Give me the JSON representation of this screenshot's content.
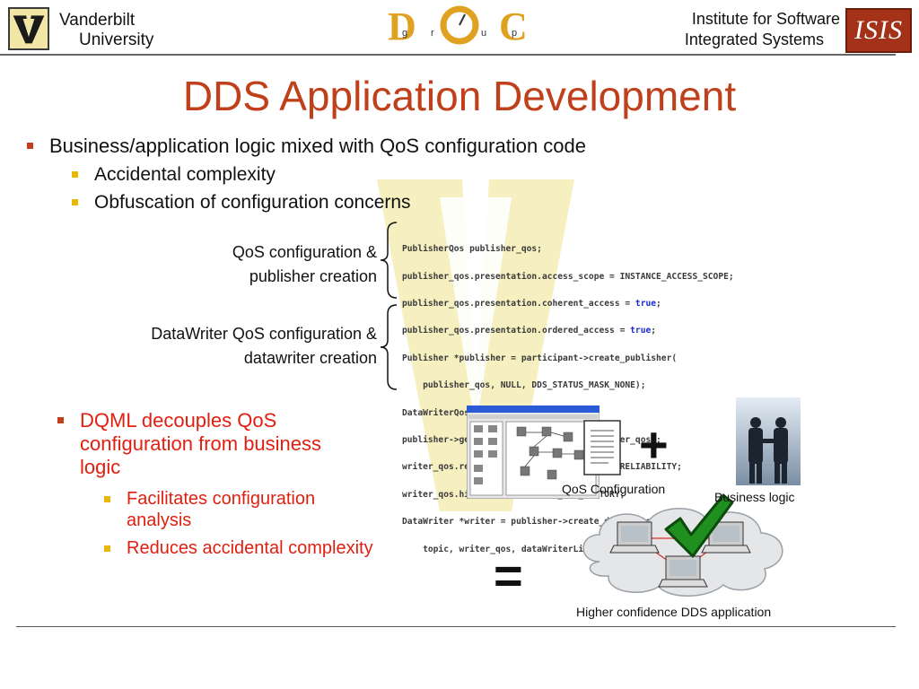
{
  "header": {
    "university_line1": "Vanderbilt",
    "university_line2": "University",
    "institute_line1": "Institute for Software",
    "institute_line2": "Integrated Systems",
    "isis_logo_text": "ISIS"
  },
  "title": "DDS Application Development",
  "bullets_top": {
    "main": "Business/application logic mixed with QoS configuration code",
    "sub": [
      "Accidental complexity",
      "Obfuscation of configuration concerns"
    ]
  },
  "code_labels": {
    "publisher_line1": "QoS configuration &",
    "publisher_line2": "publisher creation",
    "writer_line1": "DataWriter QoS configuration &",
    "writer_line2": "datawriter creation"
  },
  "code_lines": [
    "PublisherQos publisher_qos;",
    "publisher_qos.presentation.access_scope = INSTANCE_ACCESS_SCOPE;",
    "publisher_qos.presentation.coherent_access = true;",
    "publisher_qos.presentation.ordered_access = true;",
    "Publisher *publisher = participant->create_publisher(",
    "    publisher_qos, NULL, DDS_STATUS_MASK_NONE);",
    "DataWriterQos writer_qos;",
    "publisher->get_default_datawriter_qos(writer_qos);",
    "writer_qos.reliability.kind = BEST_EFFORT_RELIABILITY;",
    "writer_qos.history.kind = KEEP_ALL_HISTORY;",
    "DataWriter *writer = publisher->create_datawriter(",
    "    topic, writer_qos, dataWriterListener, StatusKindMask);"
  ],
  "bullets_bottom": {
    "main_line1": "DQML decouples QoS",
    "main_line2": "configuration from business",
    "main_line3": "logic",
    "sub1_line1": "Facilitates configuration",
    "sub1_line2": "analysis",
    "sub2": "Reduces accidental complexity"
  },
  "diagram": {
    "qos_config_label": "QoS Configuration",
    "business_logic_label": "Business logic",
    "plus": "+",
    "equals": "=",
    "result_label": "Higher confidence DDS application"
  },
  "colors": {
    "title": "#c0401c",
    "dqml_text": "#e01f10",
    "bullet_red": "#c0401c",
    "bullet_yellow": "#e8b800",
    "code_keyword": "#1a2bd6",
    "checkmark": "#1f8f1f"
  }
}
